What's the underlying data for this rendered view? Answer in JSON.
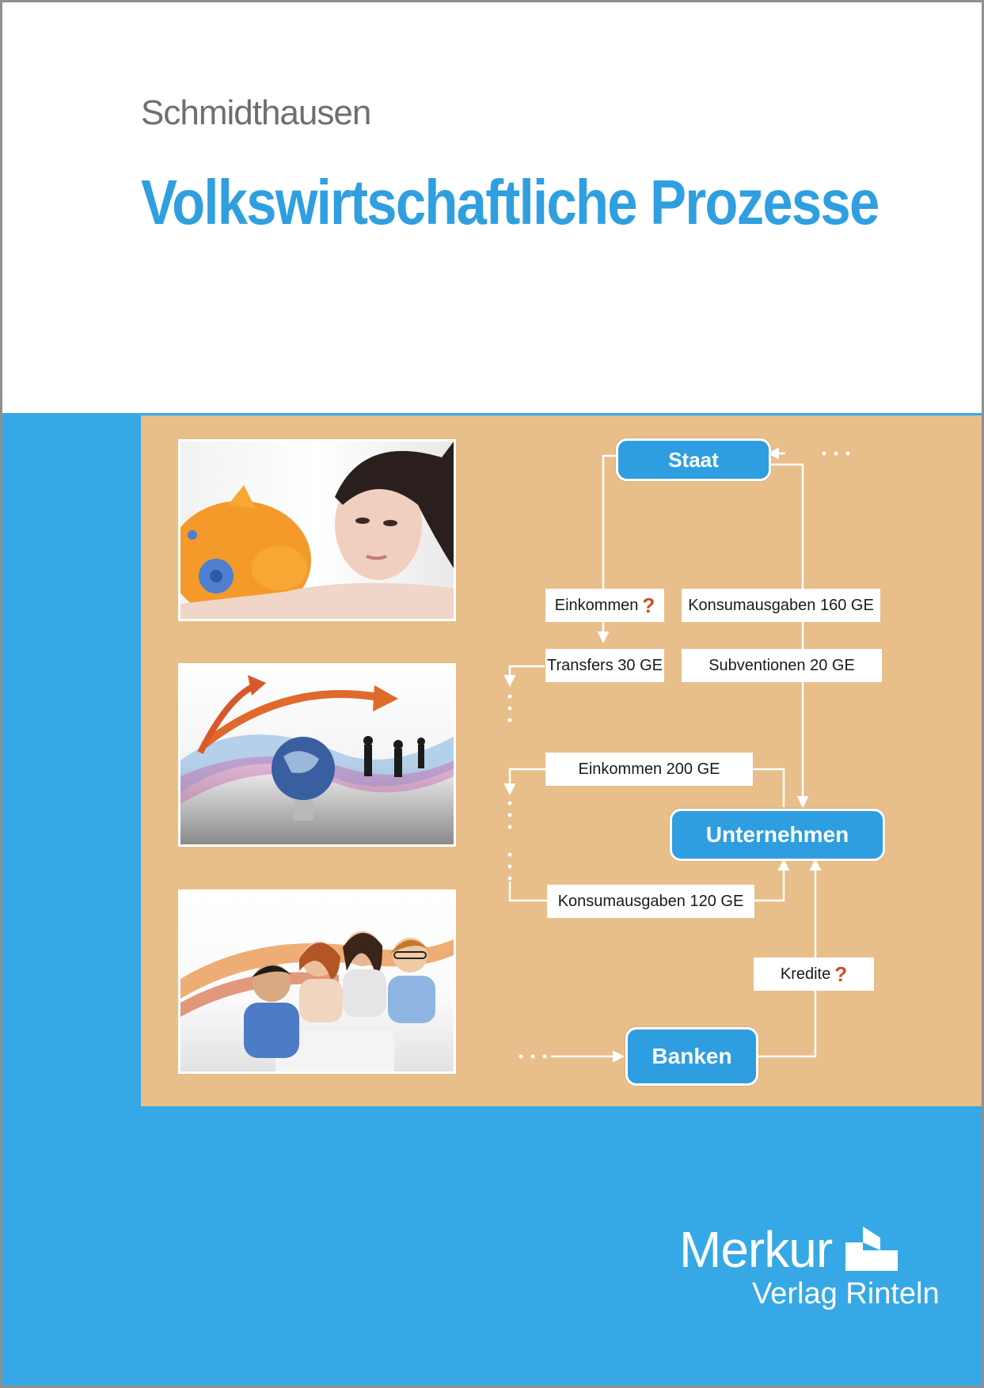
{
  "cover": {
    "author": "Schmidthausen",
    "title": "Volkswirtschaftliche Prozesse"
  },
  "diagram": {
    "nodes": {
      "staat": "Staat",
      "unternehmen": "Unternehmen",
      "banken": "Banken"
    },
    "labels": {
      "einkommen_staat": "Einkommen",
      "konsumausgaben_160": "Konsumausgaben 160 GE",
      "transfers": "Transfers 30 GE",
      "subventionen": "Subventionen 20 GE",
      "einkommen_200": "Einkommen 200 GE",
      "konsumausgaben_120": "Konsumausgaben 120 GE",
      "kredite": "Kredite"
    },
    "question_mark": "?"
  },
  "publisher": {
    "name": "Merkur",
    "subtitle": "Verlag Rinteln"
  },
  "colors": {
    "title_blue": "#2f9fe0",
    "band_blue": "#36a8e6",
    "panel_beige": "#e8be8a",
    "node_blue": "#2e9ee0",
    "accent_red": "#d24a1e"
  },
  "icons": {
    "photo1": "woman-with-piggy-bank-photo",
    "photo2": "globe-lightbulb-arrows-photo",
    "photo3": "group-of-students-photo",
    "logo": "merkur-page-icon"
  }
}
